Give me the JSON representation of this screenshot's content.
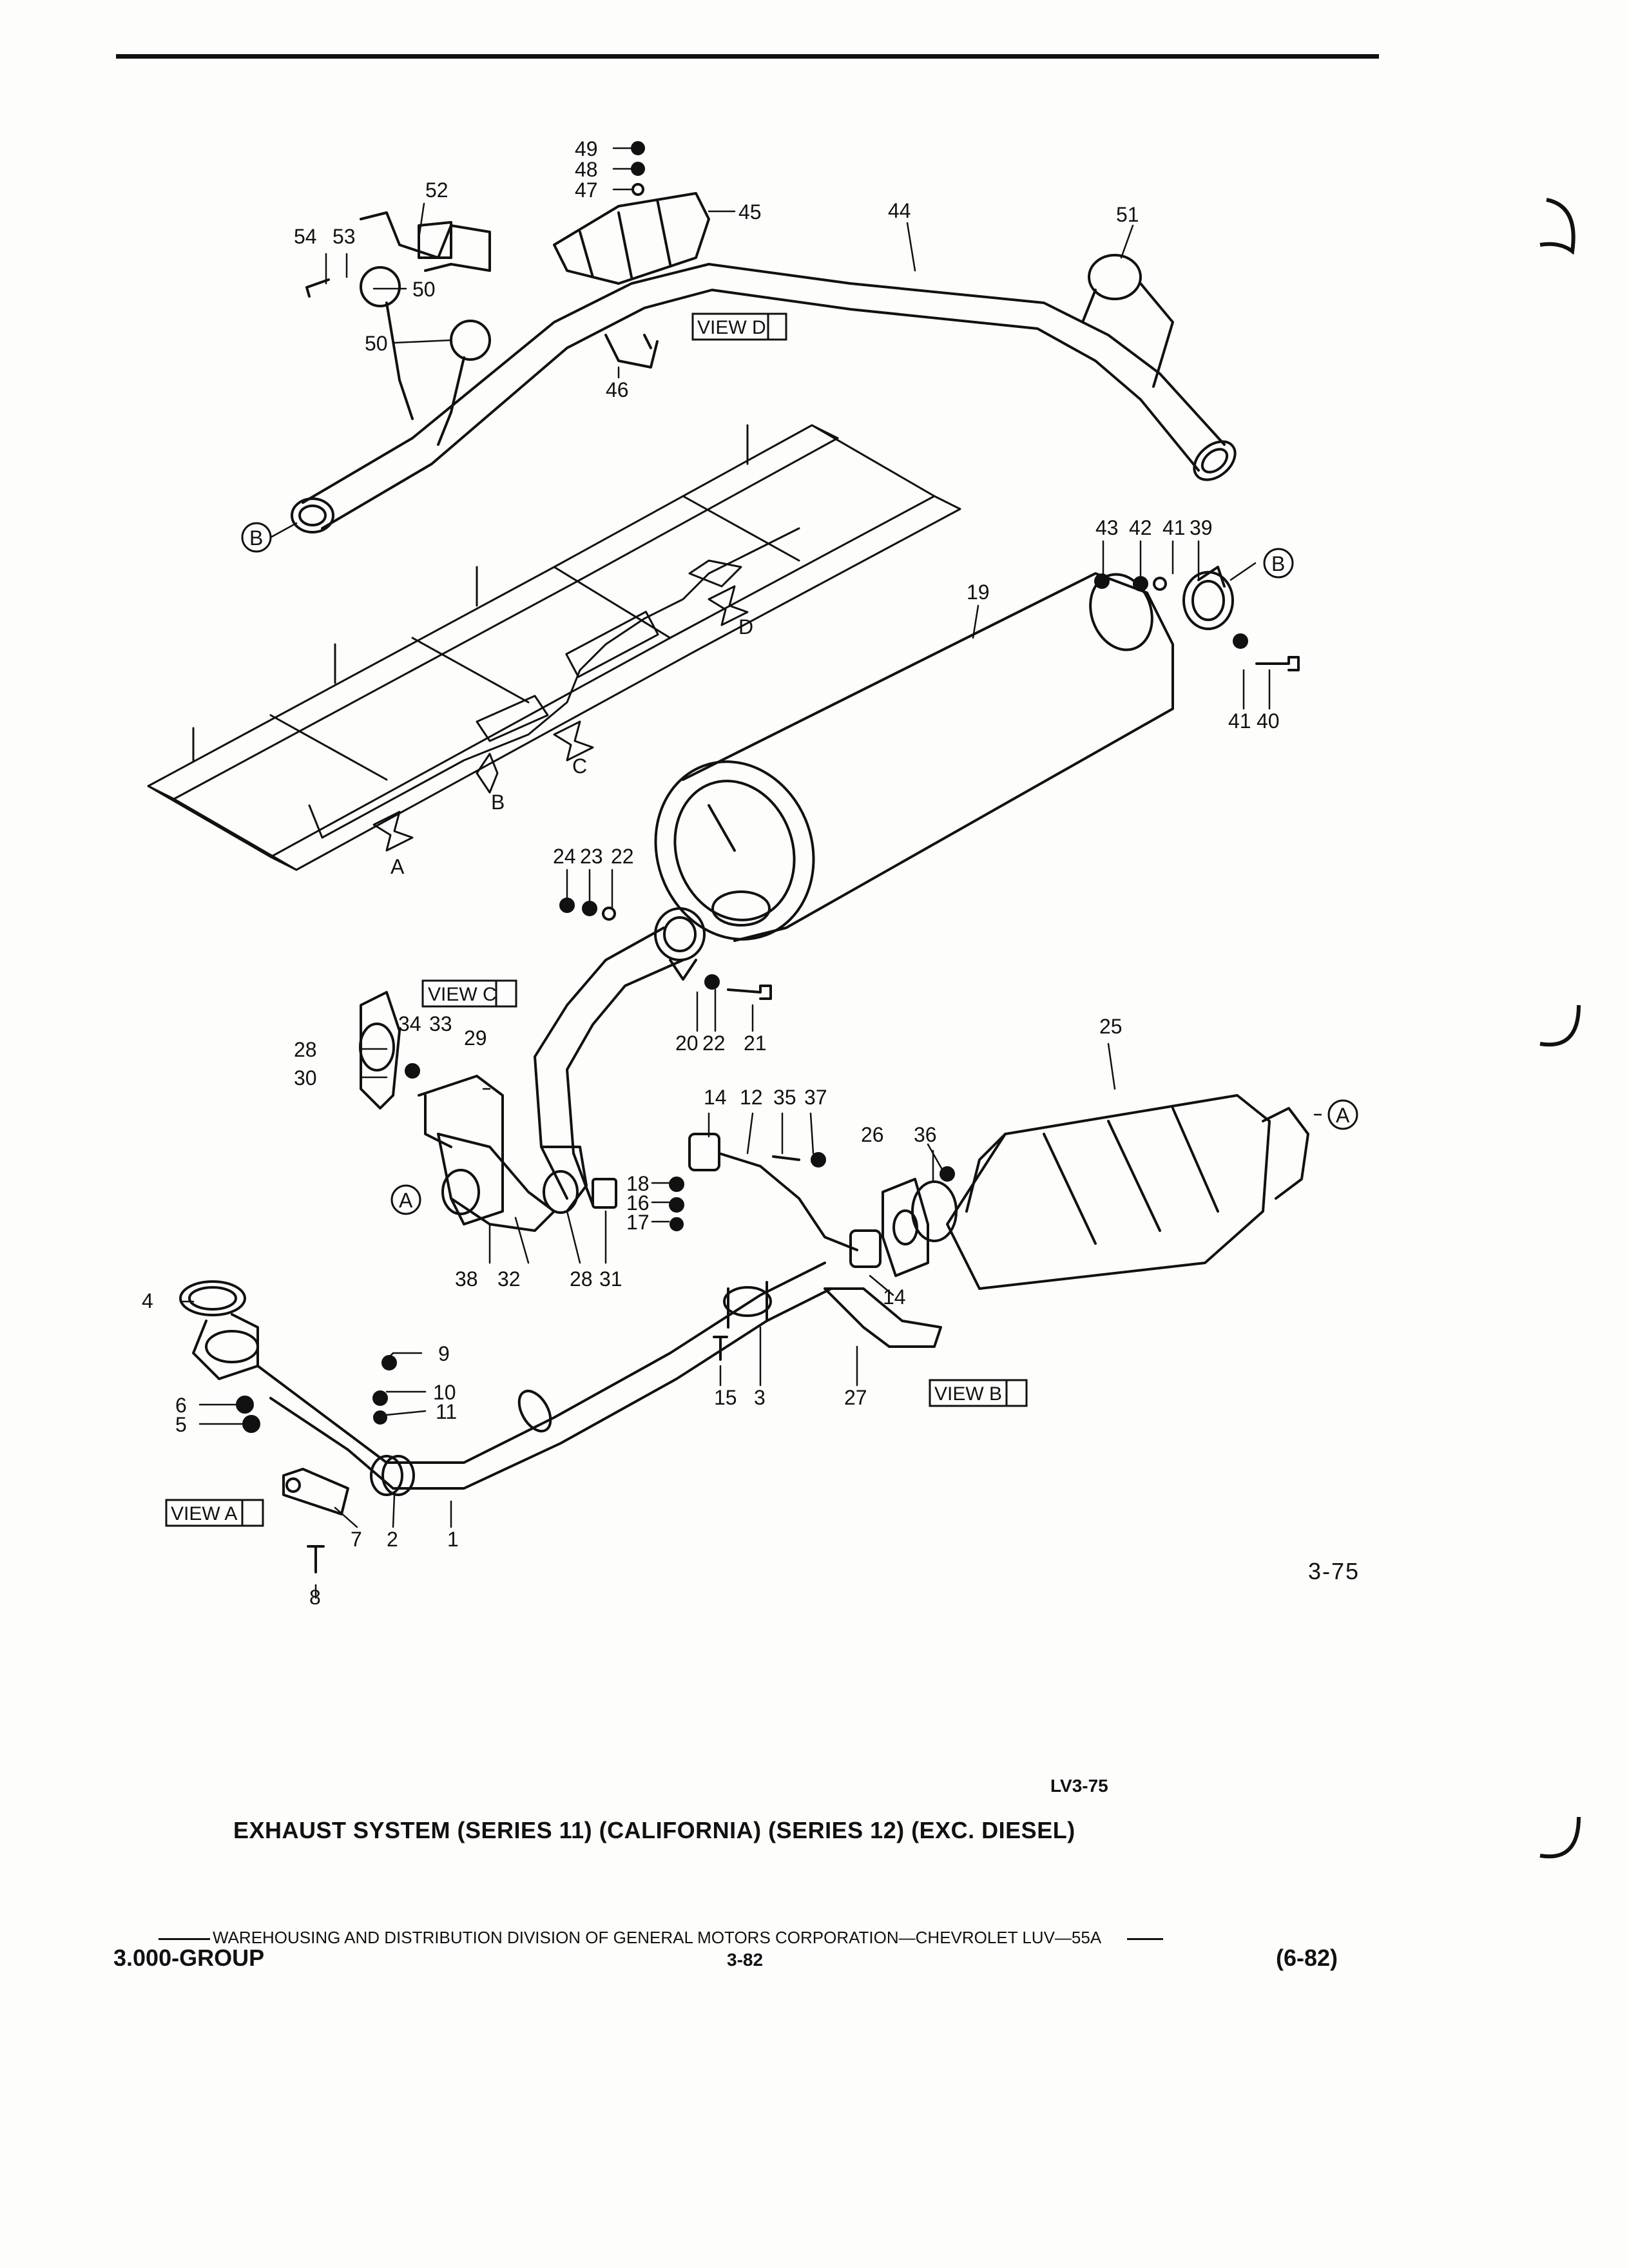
{
  "figure": {
    "number": "3-75",
    "code": "LV3-75",
    "title": "EXHAUST SYSTEM (SERIES 11) (CALIFORNIA) (SERIES 12) (EXC. DIESEL)"
  },
  "footer": {
    "line": "WAREHOUSING AND DISTRIBUTION  DIVISION OF GENERAL MOTORS CORPORATION—CHEVROLET LUV—55A",
    "group": "3.000-GROUP",
    "page": "3-82",
    "date": "(6-82)"
  },
  "views": {
    "a": "VIEW A",
    "b": "VIEW B",
    "c": "VIEW C",
    "d": "VIEW D"
  },
  "view_letters": {
    "a": "A",
    "b": "B",
    "c": "C",
    "d": "D"
  },
  "connectors": {
    "a": "A",
    "b": "B"
  },
  "callouts": {
    "p1": "1",
    "p2": "2",
    "p3": "3",
    "p4": "4",
    "p5": "5",
    "p6": "6",
    "p7": "7",
    "p8": "8",
    "p9": "9",
    "p10": "10",
    "p11": "11",
    "p12": "12",
    "p14a": "14",
    "p14b": "14",
    "p15": "15",
    "p16": "16",
    "p17": "17",
    "p18": "18",
    "p19": "19",
    "p20": "20",
    "p21": "21",
    "p22a": "22",
    "p22b": "22",
    "p23": "23",
    "p24": "24",
    "p25": "25",
    "p26": "26",
    "p27": "27",
    "p28a": "28",
    "p28b": "28",
    "p29": "29",
    "p30": "30",
    "p31": "31",
    "p32": "32",
    "p33": "33",
    "p34": "34",
    "p35": "35",
    "p36": "36",
    "p37": "37",
    "p38": "38",
    "p39": "39",
    "p40": "40",
    "p41a": "41",
    "p41b": "41",
    "p42": "42",
    "p43": "43",
    "p44": "44",
    "p45": "45",
    "p46": "46",
    "p47": "47",
    "p48": "48",
    "p49": "49",
    "p50a": "50",
    "p50b": "50",
    "p51": "51",
    "p52": "52",
    "p53": "53",
    "p54": "54"
  }
}
